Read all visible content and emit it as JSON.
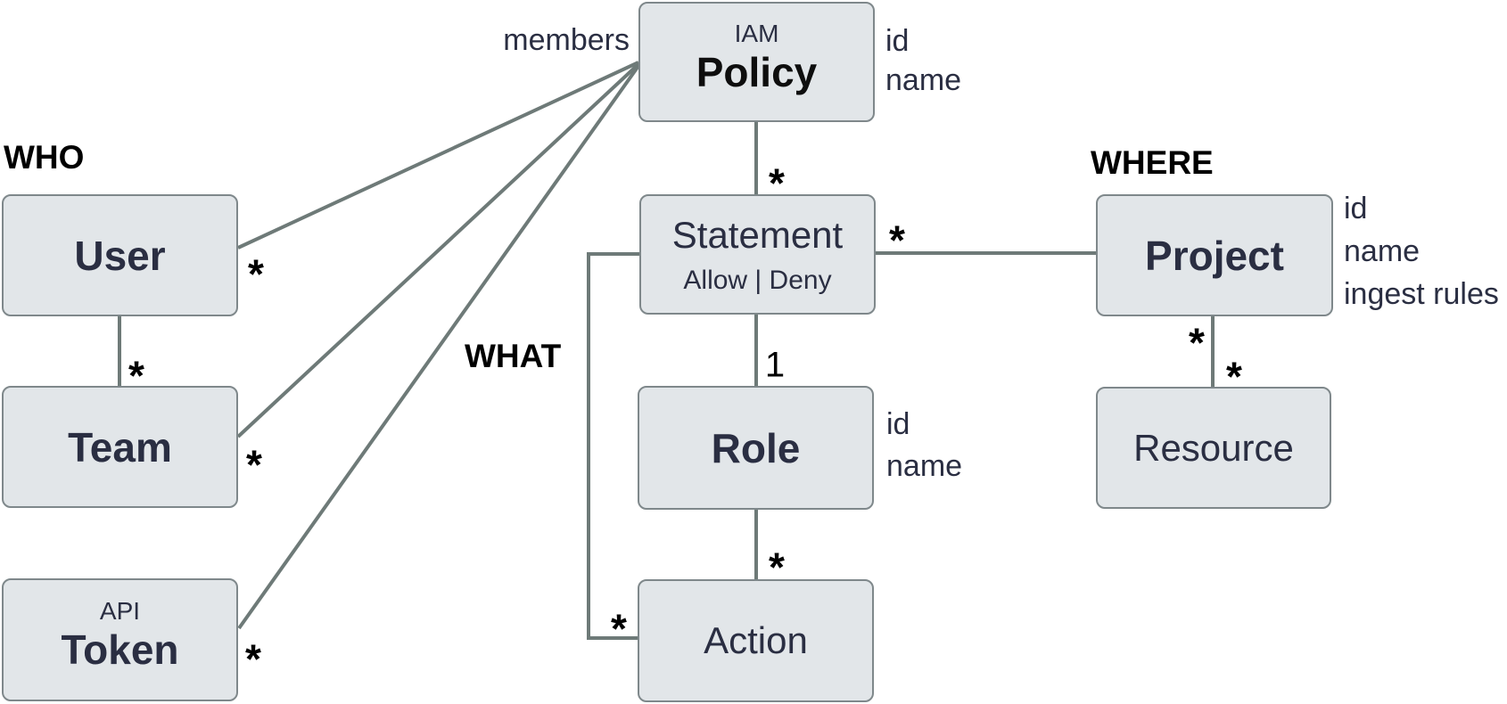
{
  "colors": {
    "canvas_bg": "#ffffff",
    "node_fill": "#e2e6e9",
    "node_border": "#7f888b",
    "connector": "#6e7a78",
    "ink": "#2a2e42",
    "ink_strong": "#0e0e0e",
    "label_black": "#000000"
  },
  "diagram": {
    "group_labels": {
      "who": "WHO",
      "what": "WHAT",
      "where": "WHERE"
    },
    "edge_labels": {
      "members": "members"
    },
    "nodes": {
      "policy": {
        "pretitle": "IAM",
        "title": "Policy",
        "attrs": [
          "id",
          "name"
        ]
      },
      "user": {
        "title": "User"
      },
      "team": {
        "title": "Team"
      },
      "token": {
        "pretitle": "API",
        "title": "Token"
      },
      "statement": {
        "title": "Statement",
        "subtitle": "Allow | Deny"
      },
      "role": {
        "title": "Role",
        "attrs": [
          "id",
          "name"
        ]
      },
      "action": {
        "title": "Action"
      },
      "project": {
        "title": "Project",
        "attrs": [
          "id",
          "name",
          "ingest rules"
        ]
      },
      "resource": {
        "title": "Resource"
      }
    },
    "multiplicity": {
      "policy_user": "*",
      "user_team": "*",
      "policy_team": "*",
      "policy_token": "*",
      "policy_statement": "*",
      "statement_project": "*",
      "statement_role": "1",
      "role_action": "*",
      "statement_action": "*",
      "project_resource_upper": "*",
      "project_resource_lower": "*"
    }
  }
}
